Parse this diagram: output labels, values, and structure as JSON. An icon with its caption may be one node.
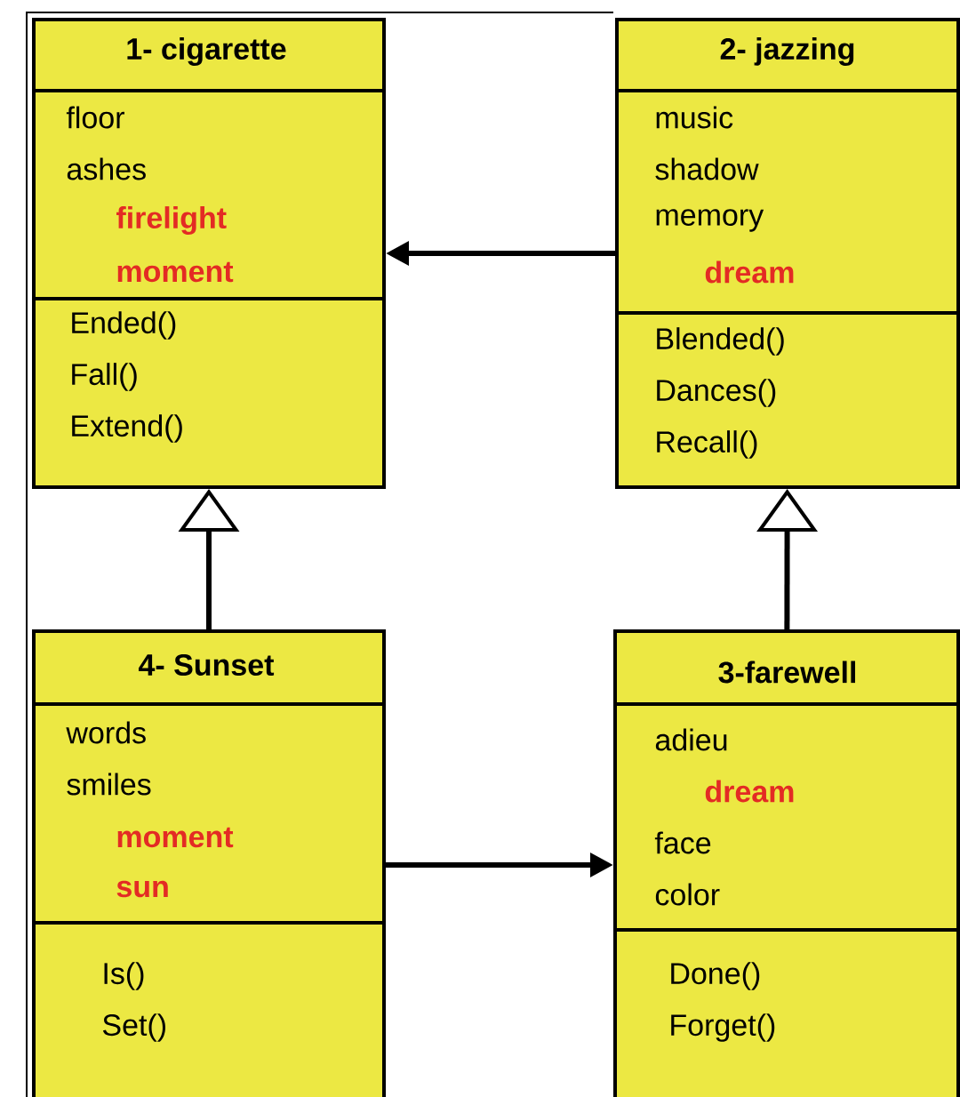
{
  "diagram": {
    "nodes": [
      {
        "text": [
          "1- cigarette",
          "floor",
          "ashes",
          "firelight",
          "moment",
          "Ended()",
          "Fall()",
          "Extend()"
        ]
      },
      {
        "text": [
          "2- jazzing",
          "music",
          "shadow",
          "memory",
          "dream",
          "Blended()",
          "Dances()",
          "Recall()"
        ]
      },
      {
        "text": [
          "4- Sunset",
          "words",
          "smiles",
          "moment",
          "sun",
          "Is()",
          "Set()"
        ]
      },
      {
        "text": [
          "3-farewell",
          "adieu",
          "dream",
          "face",
          "color",
          "Done()",
          "Forget()"
        ]
      }
    ],
    "edges": [
      {
        "from": 1,
        "to": 0,
        "arrow": "to"
      },
      {
        "from": 2,
        "to": 0,
        "arrow": "to"
      },
      {
        "from": 3,
        "to": 1,
        "arrow": "to"
      },
      {
        "from": 2,
        "to": 3,
        "arrow": "to"
      }
    ]
  }
}
